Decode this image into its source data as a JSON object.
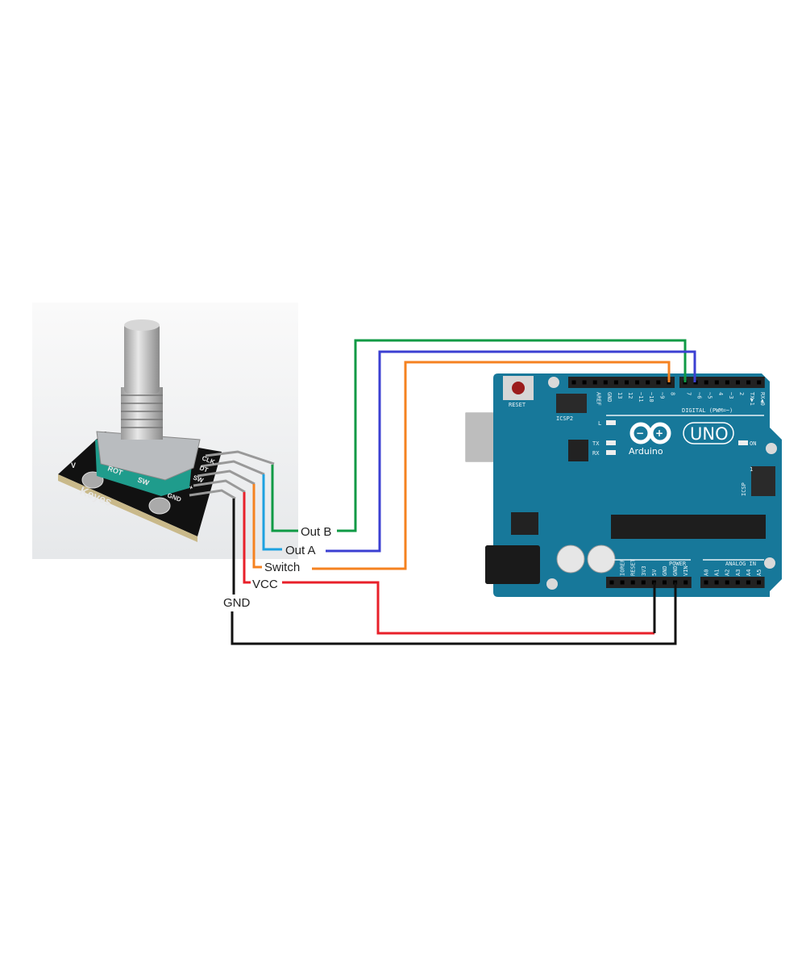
{
  "wire_labels": {
    "out_b": "Out B",
    "out_a": "Out A",
    "switch": "Switch",
    "vcc": "VCC",
    "gnd": "GND"
  },
  "wire_colors": {
    "out_b": "#0f9a45",
    "out_a_module": "#1ea1e0",
    "out_a": "#3b3fd2",
    "switch": "#f58220",
    "vcc": "#e8202a",
    "gnd": "#111111"
  },
  "module": {
    "brand": "Keyes",
    "pins": [
      "CLK",
      "DT",
      "SW",
      "+",
      "GND"
    ],
    "silk": [
      "ROT",
      "SW",
      "V"
    ]
  },
  "arduino": {
    "board_color": "#17789a",
    "logo": "Arduino",
    "model": "UNO",
    "reset": "RESET",
    "icsp2": "ICSP2",
    "icsp": "ICSP",
    "icsp_pin1": "1",
    "led_l": "L",
    "led_tx": "TX",
    "led_rx": "RX",
    "led_on": "ON",
    "digital_title": "DIGITAL (PWM=~)",
    "digital_pins": [
      "",
      "",
      "AREF",
      "GND",
      "13",
      "12",
      "~11",
      "~10",
      "~9",
      "8",
      "7",
      "~6",
      "~5",
      "4",
      "~3",
      "2",
      "TX▶1",
      "RX◀0"
    ],
    "power_title": "POWER",
    "power_pins": [
      "",
      "IOREF",
      "RESET",
      "3V3",
      "5V",
      "GND",
      "GND",
      "VIN"
    ],
    "analog_title": "ANALOG IN",
    "analog_pins": [
      "A0",
      "A1",
      "A2",
      "A3",
      "A4",
      "A5"
    ]
  }
}
